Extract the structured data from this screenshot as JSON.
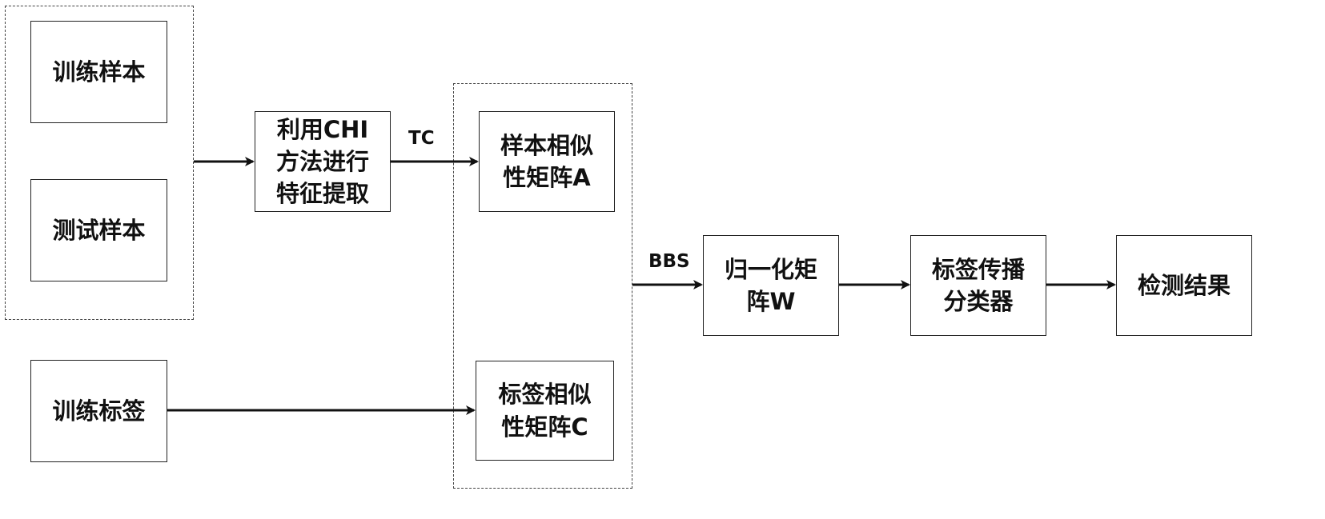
{
  "nodes": {
    "train_samples": "训练样本",
    "test_samples": "测试样本",
    "train_labels": "训练标签",
    "chi_extract": "利用CHI\n方法进行\n特征提取",
    "sample_matrix_a": "样本相似\n性矩阵A",
    "label_matrix_c": "标签相似\n性矩阵C",
    "norm_matrix_w": "归一化矩\n阵W",
    "lp_classifier": "标签传播\n分类器",
    "result": "检测结果"
  },
  "edge_labels": {
    "tc": "TC",
    "bbs": "BBS"
  }
}
